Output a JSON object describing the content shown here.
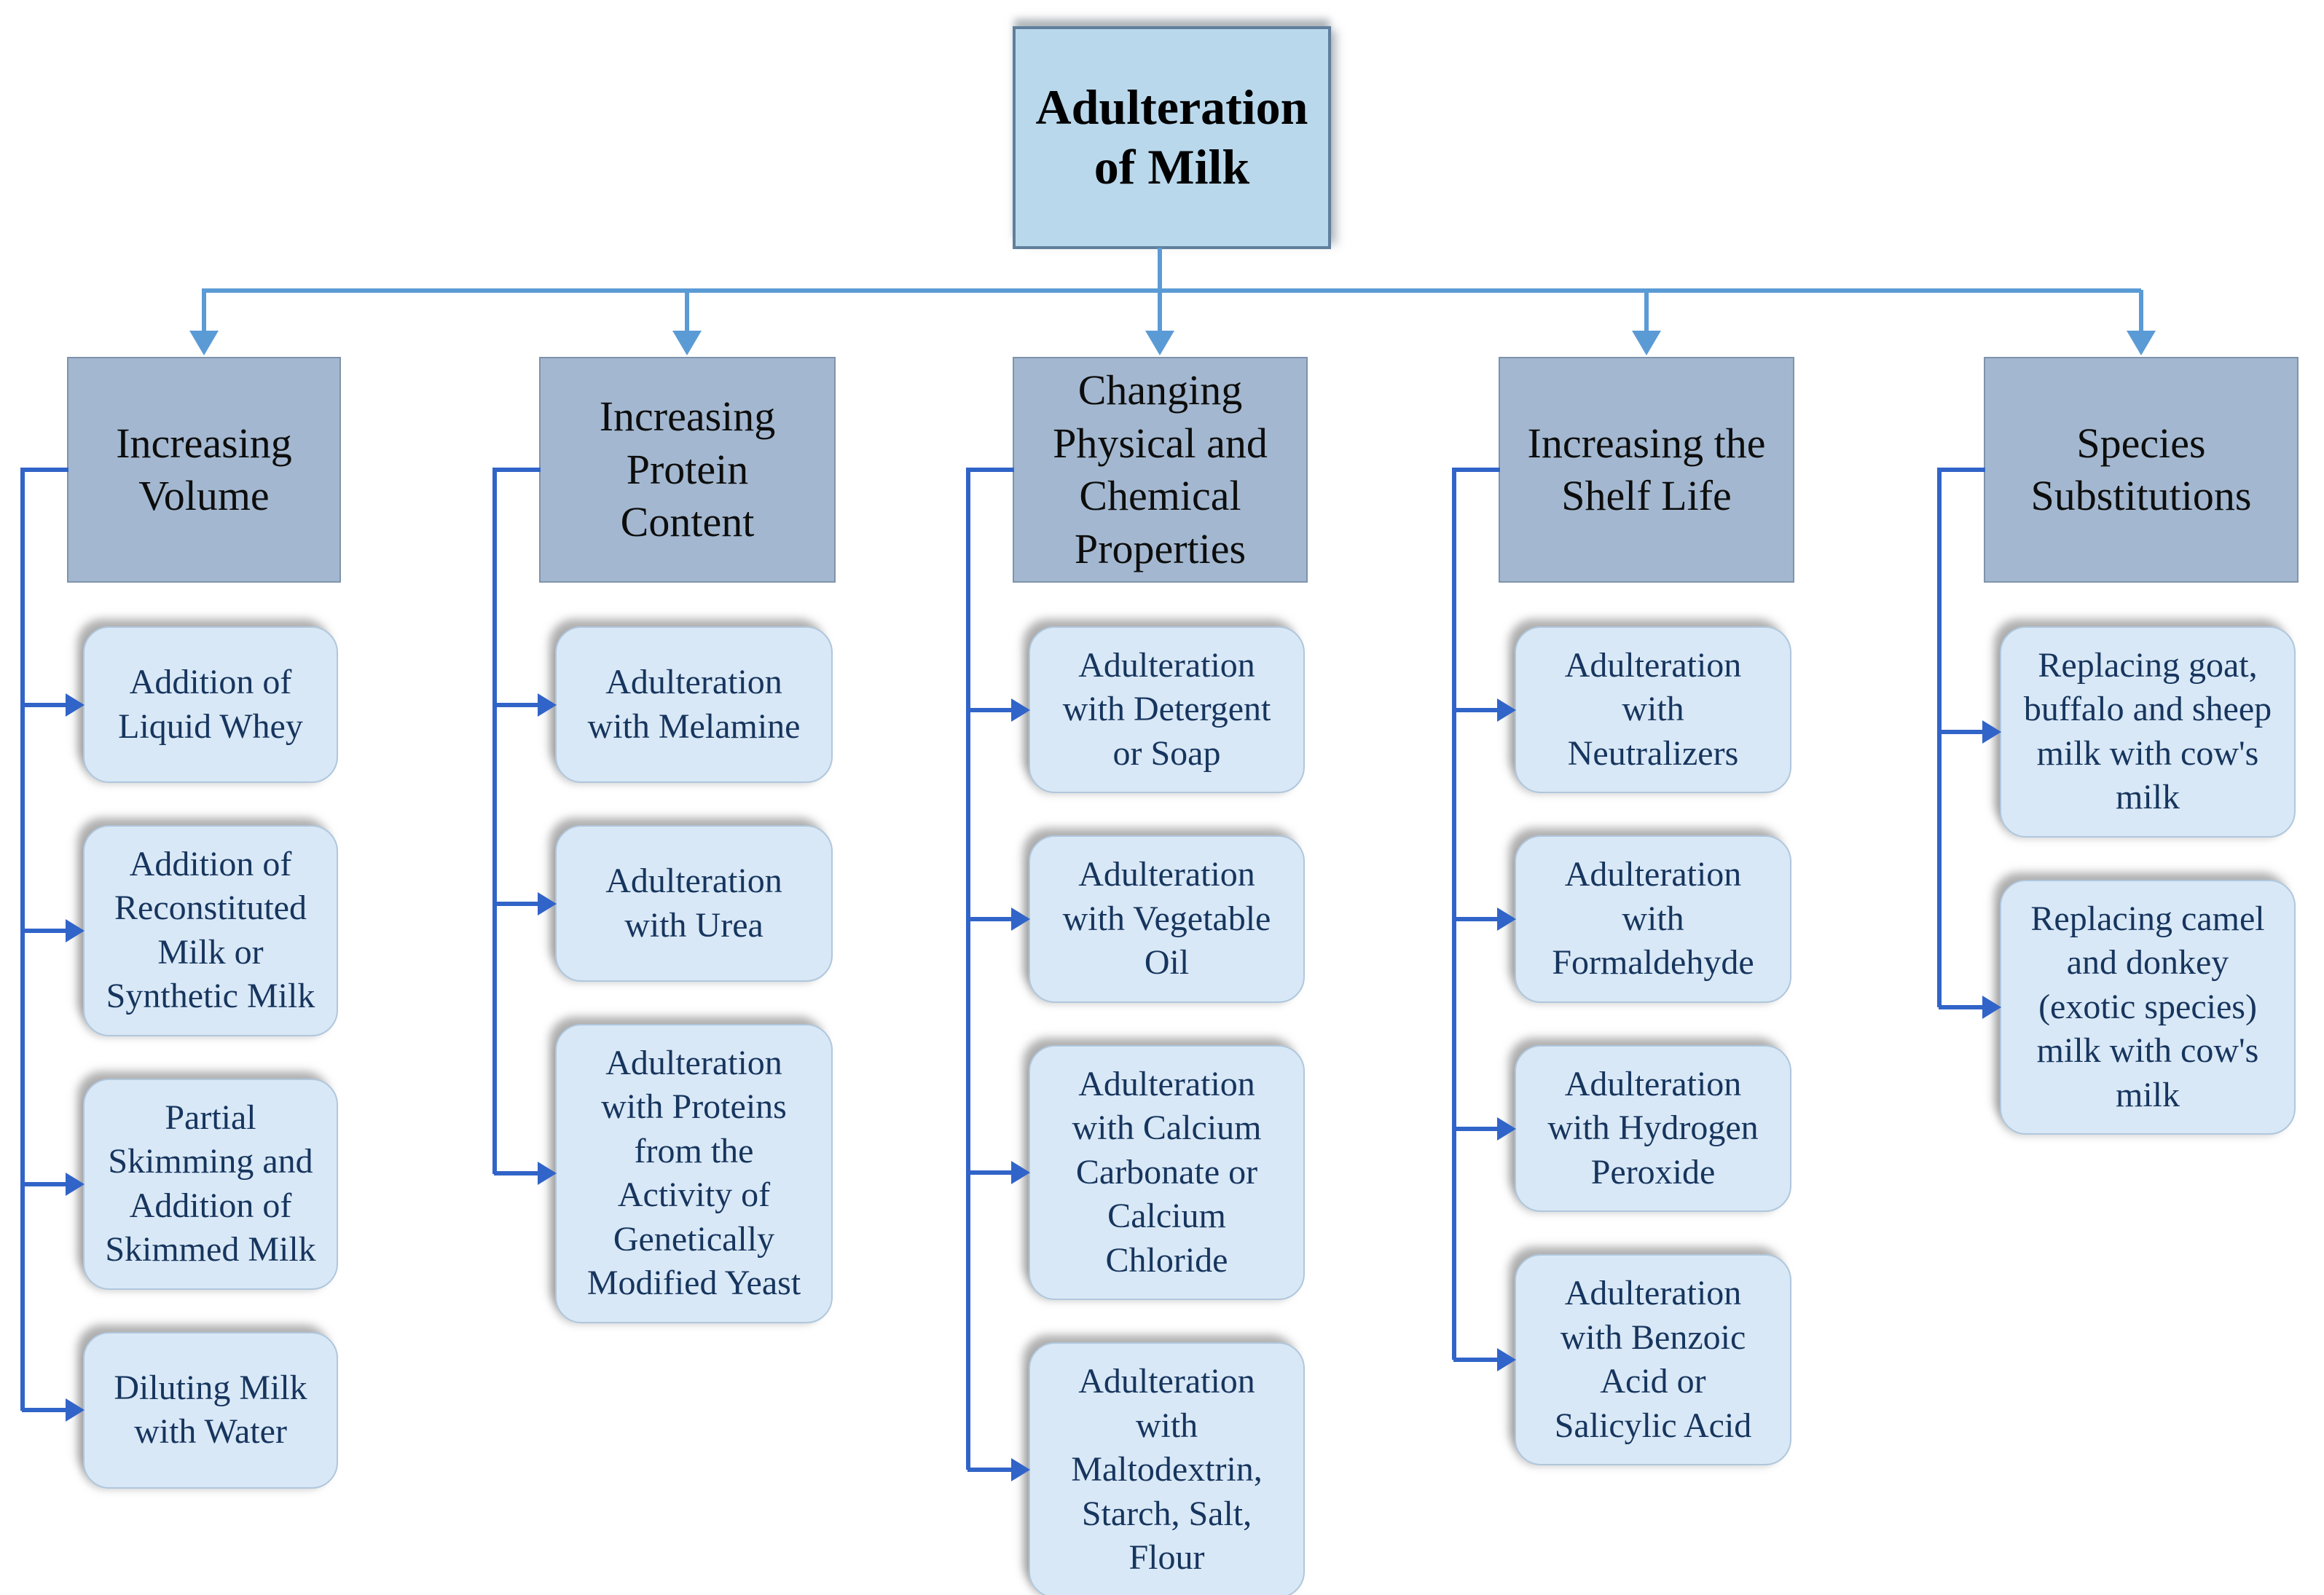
{
  "root": {
    "label": "Adulteration of Milk"
  },
  "columns": [
    {
      "title": "Increasing Volume",
      "items": [
        "Addition of Liquid Whey",
        "Addition of Reconstituted Milk or Synthetic Milk",
        "Partial Skimming and Addition of Skimmed Milk",
        "Diluting Milk with Water"
      ]
    },
    {
      "title": "Increasing Protein Content",
      "items": [
        "Adulteration with Melamine",
        "Adulteration with Urea",
        "Adulteration with Proteins from the Activity of Genetically Modified Yeast"
      ]
    },
    {
      "title": "Changing Physical and Chemical Properties",
      "items": [
        "Adulteration with Detergent or Soap",
        "Adulteration with Vegetable Oil",
        "Adulteration with Calcium Carbonate or Calcium Chloride",
        "Adulteration with Maltodextrin, Starch, Salt, Flour"
      ]
    },
    {
      "title": "Increasing the Shelf Life",
      "items": [
        "Adulteration with Neutralizers",
        "Adulteration with Formaldehyde",
        "Adulteration with Hydrogen Peroxide",
        "Adulteration with Benzoic Acid or Salicylic Acid"
      ]
    },
    {
      "title": "Species Substitutions",
      "items": [
        "Replacing goat, buffalo and sheep milk with cow's milk",
        "Replacing camel and donkey (exotic species) milk with cow's milk"
      ]
    }
  ],
  "colors": {
    "root_fill": "#b9d8ec",
    "header_fill": "#a3b8d0",
    "item_fill": "#d9e8f6",
    "fan_connector": "#5b9bd5",
    "elbow_connector": "#3164c8",
    "item_text": "#16355e"
  }
}
